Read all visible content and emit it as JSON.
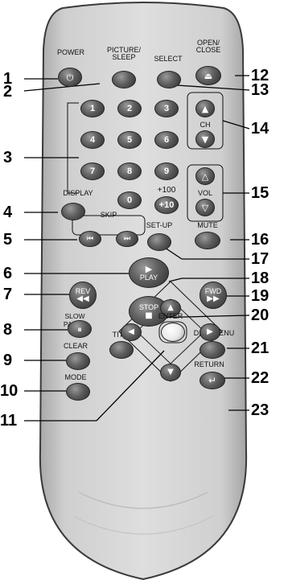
{
  "labels": {
    "power": "POWER",
    "picture_sleep_1": "PICTURE/",
    "picture_sleep_2": "SLEEP",
    "select": "SELECT",
    "open_close_1": "OPEN/",
    "open_close_2": "CLOSE",
    "ch": "CH",
    "vol": "VOL",
    "display": "DISPLAY",
    "skip": "SKIP",
    "setup": "SET-UP",
    "mute": "MUTE",
    "play": "PLAY",
    "rev": "REV",
    "fwd": "FWD",
    "stop": "STOP",
    "slow": "SLOW",
    "pause": "PAUSE",
    "title": "TITLE",
    "disc_menu": "DISC MENU",
    "clear": "CLEAR",
    "enter": "ENTER",
    "mode": "MODE",
    "return": "RETURN",
    "plus100": "+100",
    "plus10": "+10"
  },
  "digits": [
    "1",
    "2",
    "3",
    "4",
    "5",
    "6",
    "7",
    "8",
    "9",
    "0"
  ],
  "callouts": [
    "1",
    "2",
    "3",
    "4",
    "5",
    "6",
    "7",
    "8",
    "9",
    "10",
    "11",
    "12",
    "13",
    "14",
    "15",
    "16",
    "17",
    "18",
    "19",
    "20",
    "21",
    "22",
    "23"
  ],
  "colors": {
    "remote_body": "#d5d5d5",
    "button": "#4a4a4a",
    "ink": "#000000"
  }
}
